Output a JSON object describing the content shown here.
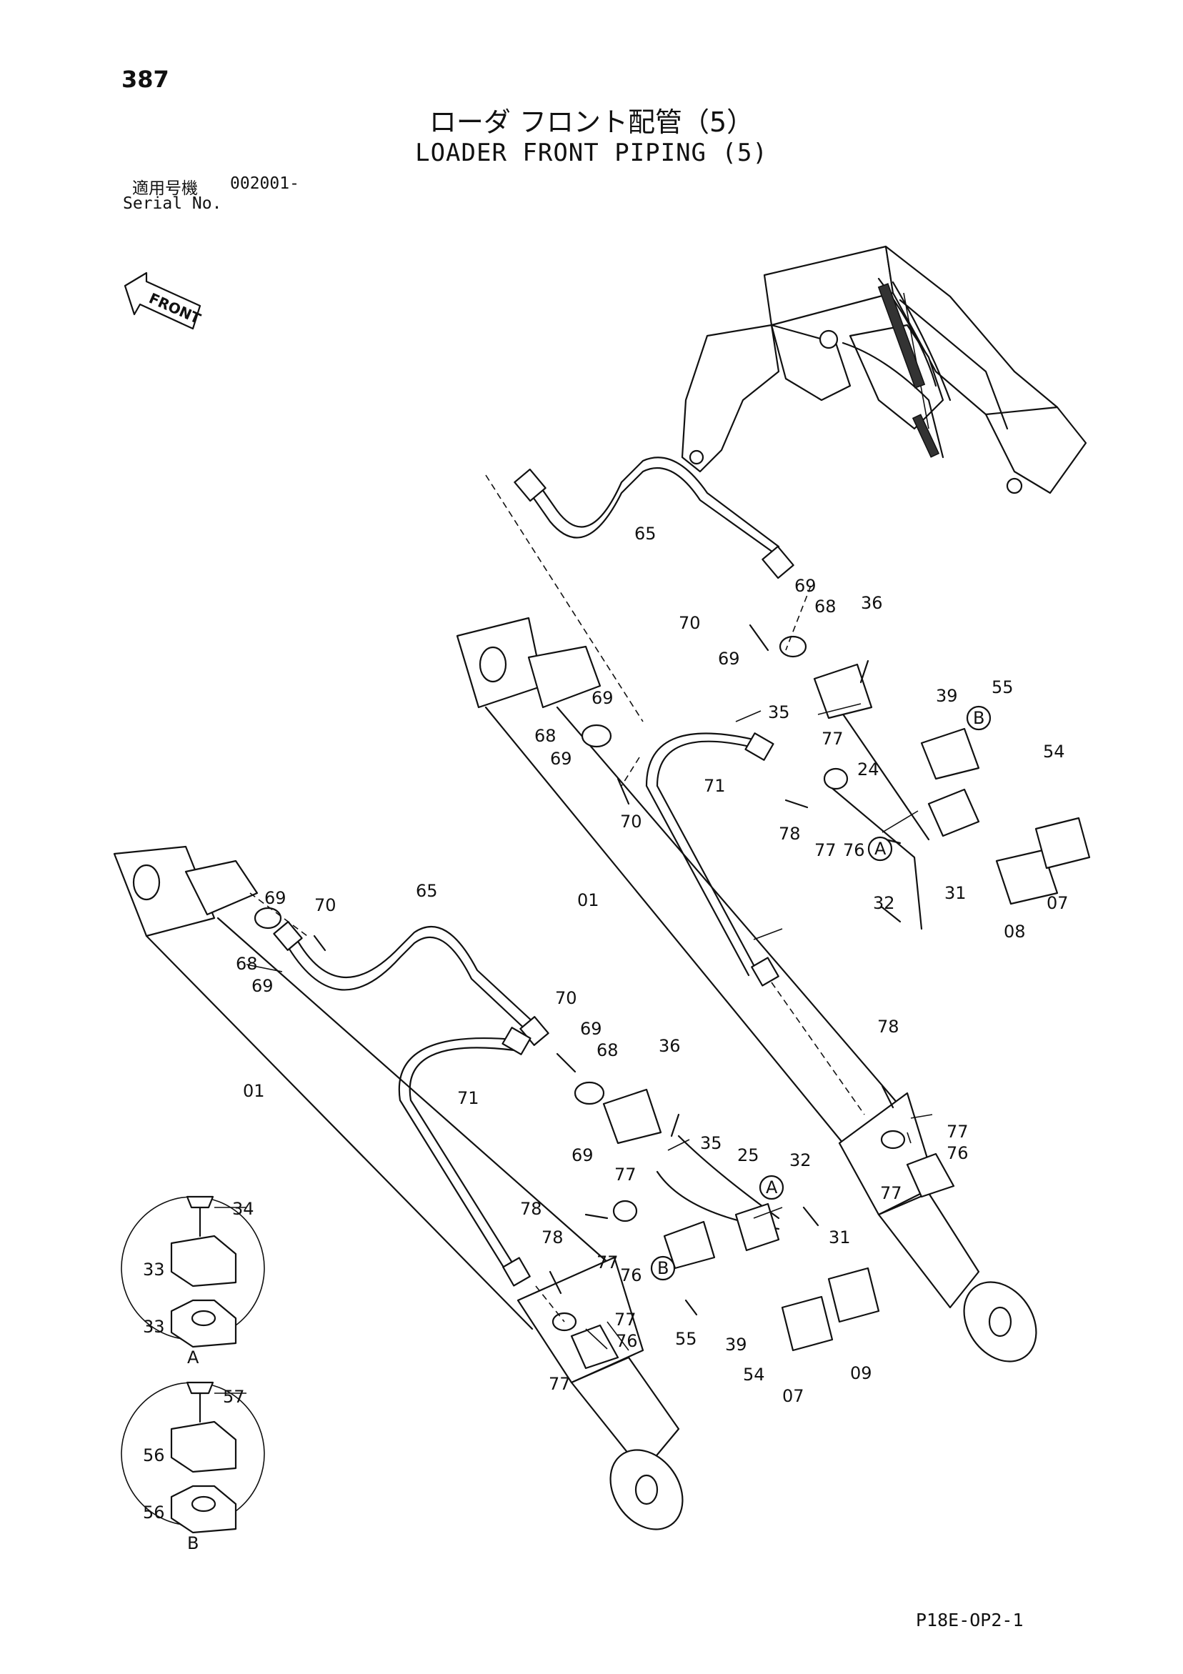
{
  "page": {
    "number": "387",
    "code": "P18E-OP2-1"
  },
  "title": {
    "japanese": "ローダ フロント配管（5）",
    "english": "LOADER FRONT PIPING (5)"
  },
  "serial": {
    "label_jp": "適用号機",
    "value": "002001-",
    "label_en": "Serial No."
  },
  "front_marker": {
    "label": "FRONT",
    "icon": "arrow-left-icon"
  },
  "insets": [
    {
      "letter": "A",
      "parts": [
        "34",
        "33",
        "33"
      ]
    },
    {
      "letter": "B",
      "parts": [
        "57",
        "56",
        "56"
      ]
    }
  ],
  "callouts": {
    "p65a": "65",
    "p69a": "69",
    "p70a": "70",
    "p68a": "68",
    "p69b": "69",
    "p36a": "36",
    "p69c": "69",
    "p68b": "68",
    "p69d": "69",
    "p70b": "70",
    "p35a": "35",
    "p39a": "39",
    "p55a": "55",
    "p54a": "54",
    "p71a": "71",
    "p77a": "77",
    "p24": "24",
    "p78a": "78",
    "p77b": "77",
    "p76a": "76",
    "p32a": "32",
    "p31a": "31",
    "p08": "08",
    "p07a": "07",
    "p01a": "01",
    "p69e": "69",
    "p70c": "70",
    "p65b": "65",
    "p68c": "68",
    "p69f": "69",
    "p70d": "70",
    "p69g": "69",
    "p68d": "68",
    "p36b": "36",
    "p01b": "01",
    "p71b": "71",
    "p69h": "69",
    "p35b": "35",
    "p25": "25",
    "p32b": "32",
    "p78b": "78",
    "p77c": "77",
    "p77d": "77",
    "p76b": "76",
    "p78c": "78",
    "p31b": "31",
    "p55b": "55",
    "p39b": "39",
    "p54b": "54",
    "p07b": "07",
    "p09": "09",
    "p77e": "77",
    "p76c": "76",
    "p77f": "77",
    "p78d": "78",
    "p77g": "77",
    "p76d": "76",
    "p77h": "77"
  },
  "markers": {
    "a1": "A",
    "b1": "B",
    "a2": "A",
    "b2": "B"
  }
}
